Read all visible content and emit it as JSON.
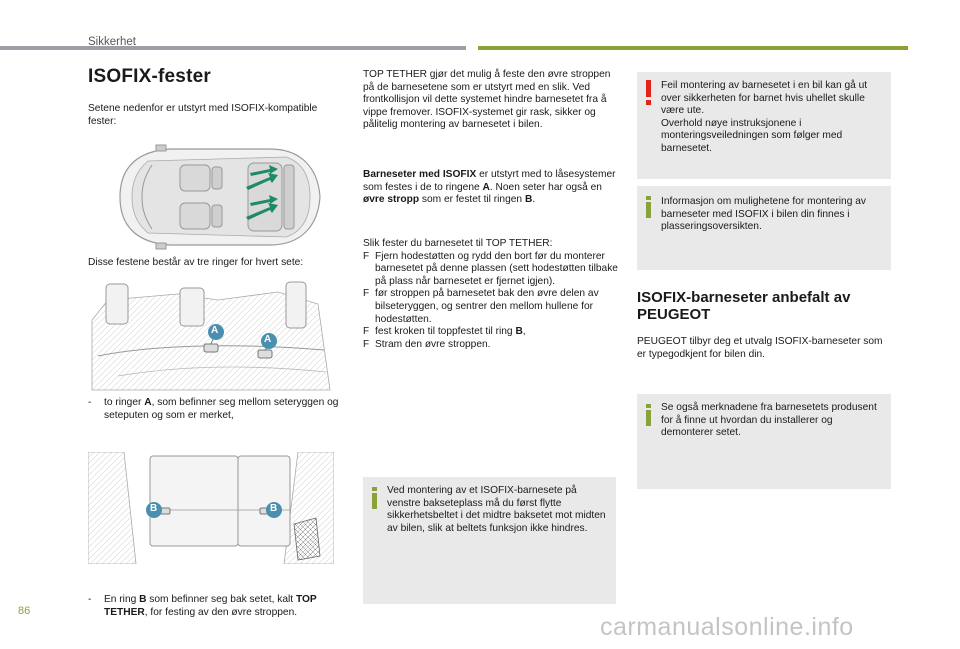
{
  "header": {
    "section": "Sikkerhet"
  },
  "title": "ISOFIX-fester",
  "col1": {
    "intro": "Setene nedenfor er utstyrt med ISOFIX-kompatible fester:",
    "rings_intro": "Disse festene består av tre ringer for hvert sete:",
    "ring_a": {
      "dash": "-",
      "prefix": "to ringer ",
      "letter": "A",
      "suffix": ", som befinner seg mellom seteryggen og seteputen og som er merket,"
    },
    "ring_b": {
      "dash": "-",
      "prefix": "En ring ",
      "letter": "B",
      "middle": " som befinner seg bak setet, kalt ",
      "bold": "TOP TETHER",
      "suffix": ", for festing av den øvre stroppen."
    }
  },
  "col2": {
    "top_tether_para": "TOP TETHER gjør det mulig å feste den øvre stroppen på de barnesetene som er utstyrt med en slik. Ved frontkollisjon vil dette systemet hindre barnesetet fra å vippe fremover. ISOFIX-systemet gir rask, sikker og pålitelig montering av barnesetet i bilen.",
    "isofix_seats": {
      "bold1": "Barneseter med ISOFIX",
      "text1": " er utstyrt med to låsesystemer som festes i de to ringene ",
      "bold2": "A",
      "text2": ". Noen seter har også en ",
      "bold3": "øvre stropp",
      "text3": " som er festet til ringen ",
      "bold4": "B",
      "text4": "."
    },
    "steps_intro": "Slik fester du barnesetet til TOP TETHER:",
    "steps": [
      {
        "text": "Fjern hodestøtten og rydd den bort før du monterer barnesetet på denne plassen (sett hodestøtten tilbake på plass når barnesetet er fjernet igjen)."
      },
      {
        "text": "før stroppen på barnesetet bak den øvre delen av bilseteryggen, og sentrer den mellom hullene for hodestøtten."
      },
      {
        "text": "fest kroken til toppfestet til ring ",
        "bold": "B",
        "after": ","
      },
      {
        "text": "Stram den øvre stroppen."
      }
    ],
    "step_marker": "F",
    "note": "Ved montering av et ISOFIX-barnesete på venstre bakseteplass må du først flytte sikkerhetsbeltet i det midtre baksetet mot midten av bilen, slik at beltets funksjon ikke hindres."
  },
  "col3": {
    "warning": "Feil montering av barnesetet i en bil kan gå ut over sikkerheten for barnet hvis uhellet skulle være ute.\nOverhold nøye instruksjonene i monteringsveiledningen som følger med barnesetet.",
    "info1": "Informasjon om mulighetene for montering av barneseter med ISOFIX i bilen din finnes i plasseringsoversikten.",
    "subtitle": "ISOFIX-barneseter anbefalt av PEUGEOT",
    "recommend": "PEUGEOT tilbyr deg et utvalg ISOFIX-barneseter som er typegodkjent for bilen din.",
    "info2": "Se også merknadene fra barnesetets produsent for å finne ut hvordan du installerer og demonterer setet."
  },
  "figure_labels": {
    "ring_a_1": "A",
    "ring_a_2": "A",
    "ring_b_1": "B",
    "ring_b_2": "B"
  },
  "footer": {
    "page_number": "86",
    "watermark": "carmanualsonline.info"
  },
  "colors": {
    "accent_green": "#8aa23a",
    "warning_red": "#e2231a",
    "marker_teal": "#4a8fb0",
    "note_bg": "#e9e9e9"
  }
}
